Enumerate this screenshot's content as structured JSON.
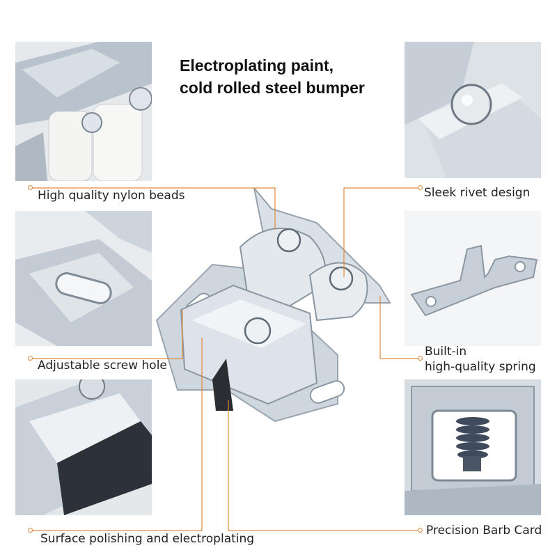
{
  "headline": {
    "line1": "Electroplating paint,",
    "line2": "cold rolled steel bumper"
  },
  "callouts": {
    "nylon_beads": "High quality nylon beads",
    "rivet": "Sleek rivet design",
    "screw_hole": "Adjustable screw hole",
    "spring_line1": "Built-in",
    "spring_line2": "high-quality spring",
    "polishing": "Surface polishing and electroplating",
    "barb_card": "Precision Barb Card"
  },
  "colors": {
    "leader": "#e08a3c",
    "metal": "#c9d2da",
    "metal_dark": "#8e9aa6",
    "nylon": "#f3f4f2",
    "spring": "#3f4a5c"
  }
}
